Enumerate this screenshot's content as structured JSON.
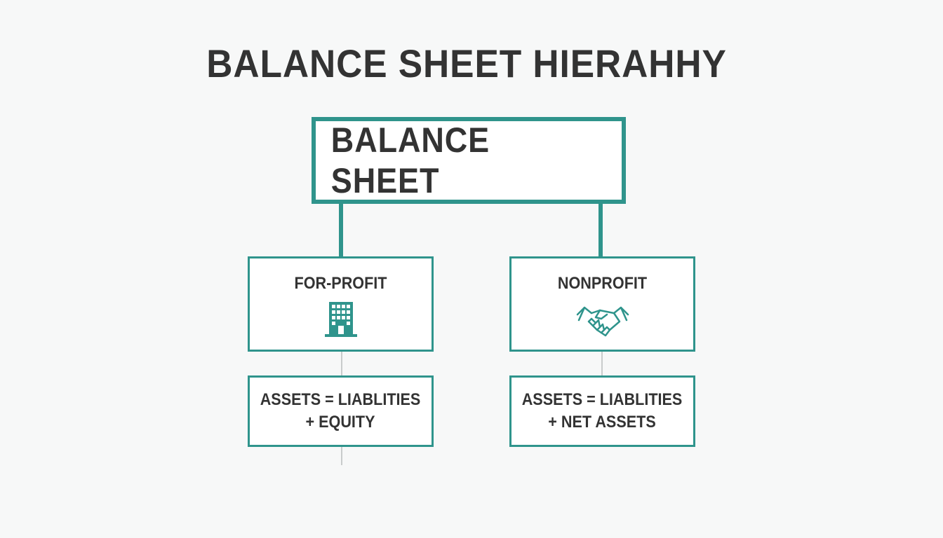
{
  "title": "BALANCE SHEET HIERAHHY",
  "root": {
    "label": "BALANCE SHEET"
  },
  "branches": [
    {
      "label": "FOR-PROFIT",
      "icon": "office-building-icon",
      "equation_line1": "ASSETS = LIABLITIES",
      "equation_line2": "+ EQUITY"
    },
    {
      "label": "NONPROFIT",
      "icon": "handshake-icon",
      "equation_line1": "ASSETS = LIABLITIES",
      "equation_line2": "+ NET ASSETS"
    }
  ],
  "colors": {
    "accent": "#2f948c",
    "text": "#333333",
    "background": "#f7f8f8"
  }
}
